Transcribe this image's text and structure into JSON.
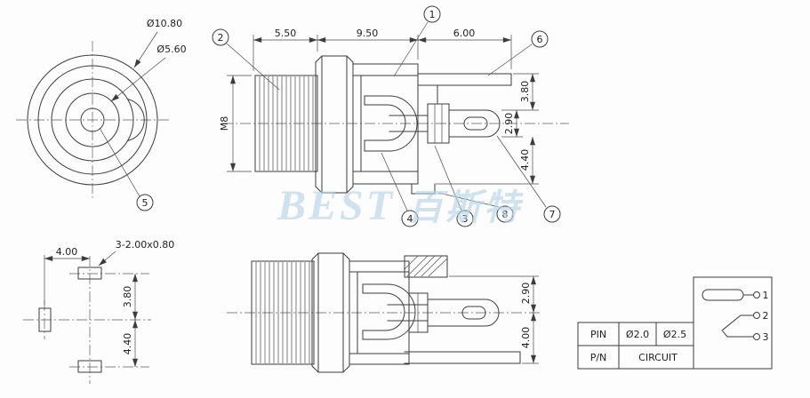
{
  "watermark": {
    "latin": "BEST",
    "cjk": "百斯特"
  },
  "callouts": {
    "c1": "1",
    "c2": "2",
    "c3": "3",
    "c4": "4",
    "c5": "5",
    "c6": "6",
    "c7": "7",
    "c8": "8"
  },
  "front_view": {
    "dim_outer_dia": "Ø10.80",
    "dim_inner_dia": "Ø5.60"
  },
  "side_view": {
    "dim_thread_length": "5.50",
    "dim_body_length": "9.50",
    "dim_pin_length": "6.00",
    "thread_size": "M8",
    "dim_pin_height": "3.80",
    "dim_barrel_height": "2.90",
    "dim_lower_height": "4.40"
  },
  "pin_layout_view": {
    "dim_pin_pitch": "4.00",
    "pad_spec": "3-2.00x0.80",
    "dim_upper": "3.80",
    "dim_lower": "4.40"
  },
  "bottom_view": {
    "dim_upper": "2.90",
    "dim_lower": "4.00"
  },
  "spec_table": {
    "r1c1": "PIN",
    "r1c2": "Ø2.0",
    "r1c3": "Ø2.5",
    "r2c1": "P/N",
    "r2c2": "CIRCUIT"
  },
  "circuit": {
    "pins": [
      "1",
      "2",
      "3"
    ]
  }
}
